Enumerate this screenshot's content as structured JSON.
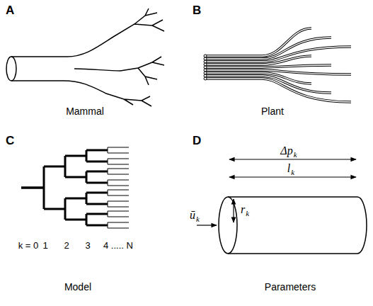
{
  "diagram": {
    "labels": [
      "A",
      "Mammal",
      "B",
      "Plant",
      "C",
      "k = 0",
      "1",
      "2",
      "3",
      "4 ..... N",
      "Model",
      "D",
      "Δp",
      "k",
      "l",
      "k",
      "r",
      "k",
      "ū",
      "k",
      "Parameters"
    ]
  }
}
